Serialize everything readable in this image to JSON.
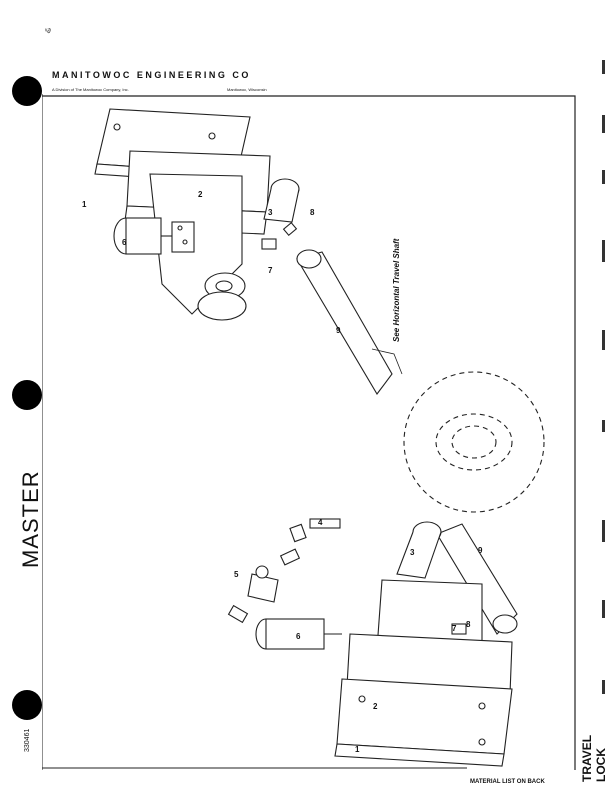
{
  "header": {
    "company": "MANITOWOC ENGINEERING CO",
    "division": "A Division of The Manitowoc Company, Inc.",
    "location": "Manitowoc, Wisconsin"
  },
  "margin": {
    "stamp": "MASTER",
    "part_number": "330461"
  },
  "title": "TRAVEL LOCK",
  "footer": "MATERIAL LIST ON BACK",
  "callout": "See Horizontal Travel Shaft",
  "upper_parts": [
    "1",
    "2",
    "3",
    "6",
    "7",
    "8",
    "9"
  ],
  "lower_parts": [
    "1",
    "2",
    "3",
    "4",
    "5",
    "6",
    "7",
    "8",
    "9"
  ]
}
